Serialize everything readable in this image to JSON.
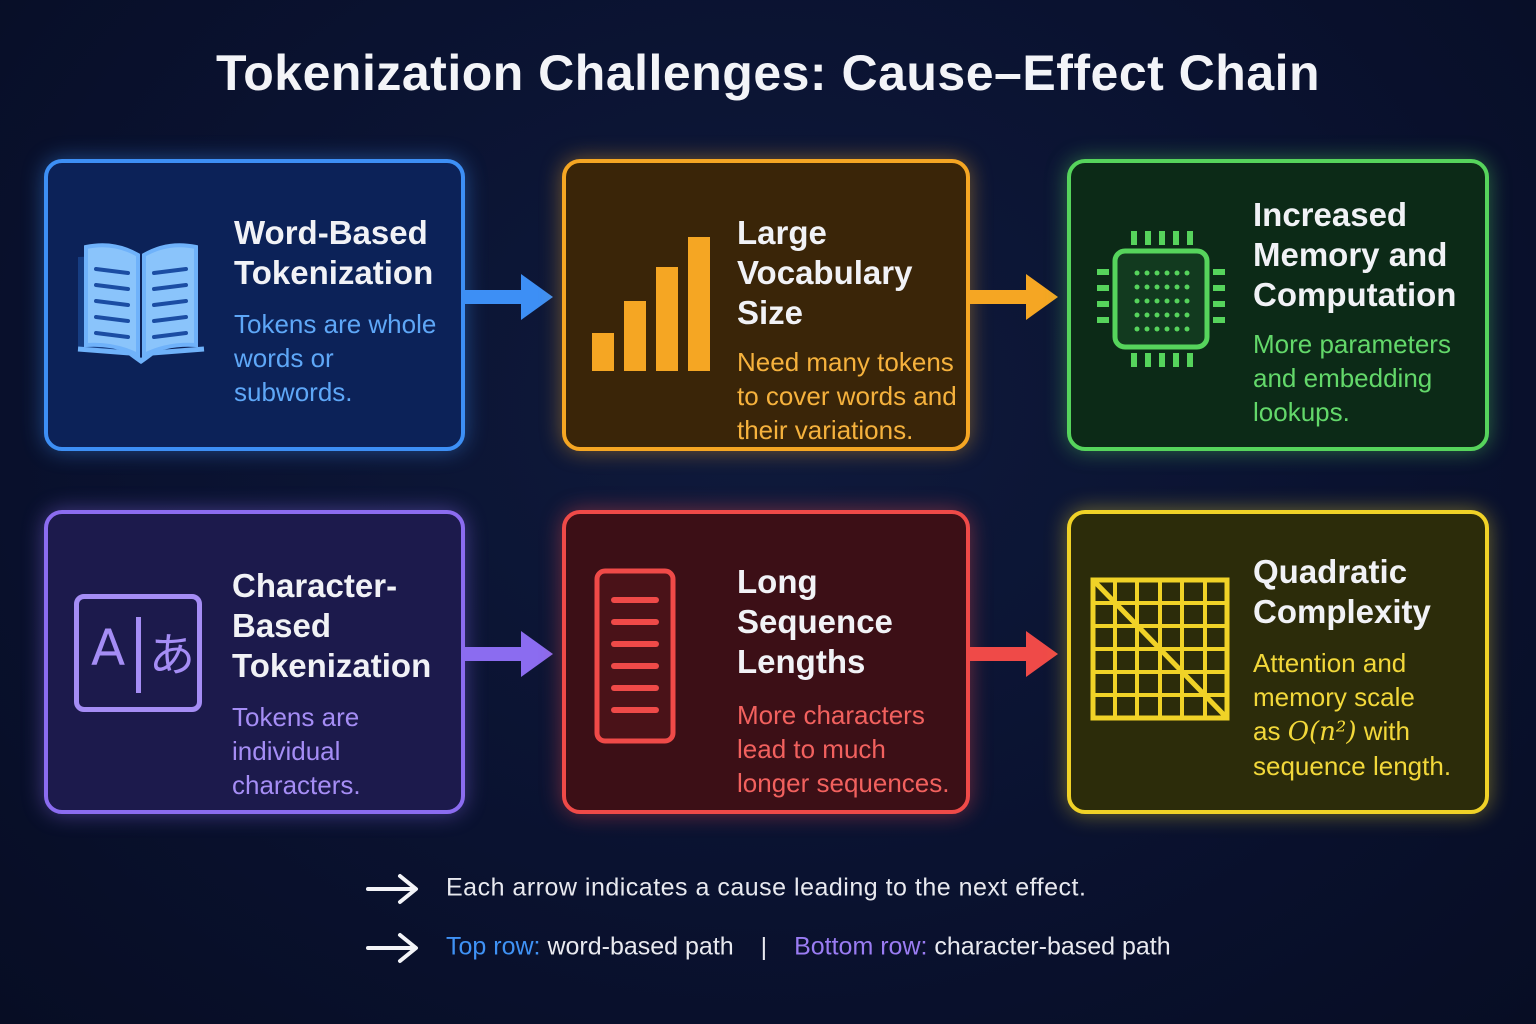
{
  "title": "Tokenization Challenges: Cause–Effect Chain",
  "colors": {
    "blue": "#3d8ff5",
    "orange": "#f5a623",
    "green": "#56d45c",
    "purple": "#8b6cf0",
    "red": "#ef4a48",
    "yellow": "#f0d227"
  },
  "top_row": {
    "cause": {
      "title_line1": "Word-Based",
      "title_line2": "Tokenization",
      "desc_line1": "Tokens are whole",
      "desc_line2": "words or",
      "desc_line3": "subwords.",
      "icon": "open-book-icon"
    },
    "effect1": {
      "title_line1": "Large",
      "title_line2": "Vocabulary Size",
      "desc_line1": "Need many tokens",
      "desc_line2": "to cover words and",
      "desc_line3": "their variations.",
      "icon": "bar-chart-icon"
    },
    "effect2": {
      "title_line1": "Increased",
      "title_line2": "Memory and",
      "title_line3": "Computation",
      "desc_line1": "More parameters",
      "desc_line2": "and embedding",
      "desc_line3": "lookups.",
      "icon": "chip-icon"
    }
  },
  "bottom_row": {
    "cause": {
      "title_line1": "Character-Based",
      "title_line2": "Tokenization",
      "desc_line1": "Tokens are",
      "desc_line2": "individual",
      "desc_line3": "characters.",
      "icon": "character-glyphs-icon",
      "glyph_latin": "A",
      "glyph_kana": "あ"
    },
    "effect1": {
      "title_line1": "Long Sequence",
      "title_line2": "Lengths",
      "desc_line1": "More characters",
      "desc_line2": "lead to much",
      "desc_line3": "longer sequences.",
      "icon": "document-lines-icon"
    },
    "effect2": {
      "title_line1": "Quadratic",
      "title_line2": "Complexity",
      "desc_line1": "Attention and",
      "desc_line2": "memory scale",
      "desc_line3_prefix": "as",
      "desc_line3_math": "O(n²)",
      "desc_line3_suffix": "with",
      "desc_line4": "sequence length.",
      "icon": "attention-grid-icon"
    }
  },
  "legend": {
    "line1": "Each arrow indicates a cause leading to the next effect.",
    "top_label": "Top row:",
    "top_text": "word-based path",
    "separator": "|",
    "bottom_label": "Bottom row:",
    "bottom_text": "character-based path"
  }
}
